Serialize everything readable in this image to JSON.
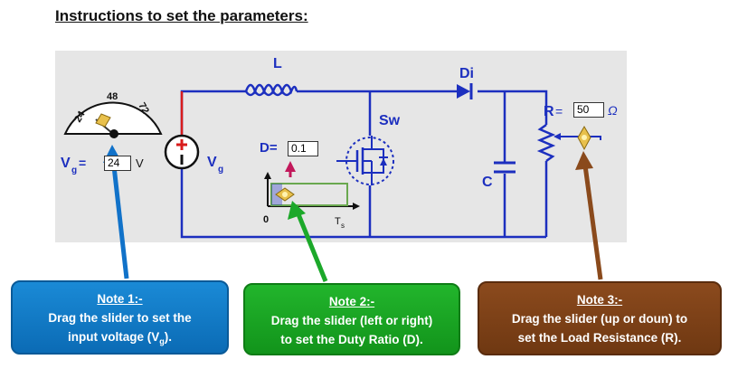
{
  "title": "Instructions to set the parameters:",
  "circuit": {
    "inductor_label": "L",
    "diode_label": "Di",
    "switch_label": "Sw",
    "capacitor_label": "C",
    "source_label": "V",
    "source_sub": "g",
    "resistor_label": "R",
    "resistor_value": "50",
    "resistor_unit": "Ω",
    "duty_label": "D=",
    "duty_value": "0.1",
    "duty_axis_zero": "0",
    "duty_axis_ts": "T",
    "duty_axis_ts_sub": "s",
    "vg_label": "V",
    "vg_sub": "g",
    "vg_eq": "=",
    "vg_value": "24",
    "vg_unit": "V",
    "dial_labels": [
      "24",
      "48",
      "72"
    ]
  },
  "notes": {
    "note1": {
      "head": "Note 1:-",
      "line1": "Drag the slider to set the",
      "line2a": "input voltage (V",
      "line2sub": "g",
      "line2b": ")."
    },
    "note2": {
      "head": "Note 2:-",
      "line1": "Drag the slider (left or right)",
      "line2": "to set the Duty Ratio (D)."
    },
    "note3": {
      "head": "Note 3:-",
      "line1": "Drag the slider (up or doun) to",
      "line2": "set the Load Resistance (R)."
    }
  },
  "colors": {
    "wire": "#1c2fbf",
    "arrow_blue": "#1172c9",
    "arrow_green": "#1ca82a",
    "arrow_brown": "#8a4a1c"
  }
}
